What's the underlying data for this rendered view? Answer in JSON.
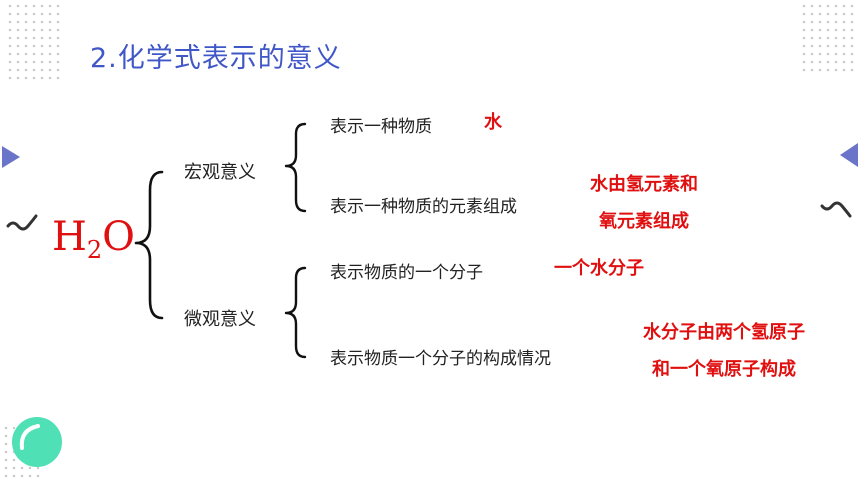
{
  "title": "2.化学式表示的意义",
  "formula": {
    "base": "H",
    "subscript": "2",
    "tail": "O"
  },
  "categories": {
    "macro": {
      "label": "宏观意义",
      "items": [
        {
          "text": "表示一种物质",
          "answer": [
            "水"
          ]
        },
        {
          "text": "表示一种物质的元素组成",
          "answer": [
            "水由氢元素和",
            "氧元素组成"
          ]
        }
      ]
    },
    "micro": {
      "label": "微观意义",
      "items": [
        {
          "text": "表示物质的一个分子",
          "answer": [
            "一个水分子"
          ]
        },
        {
          "text": "表示物质一个分子的构成情况",
          "answer": [
            "水分子由两个氢原子",
            "和一个氧原子构成"
          ]
        }
      ]
    }
  },
  "colors": {
    "title": "#3f57c7",
    "answer": "#e01010",
    "formula": "#e01010",
    "accent_circle": "#4fe0b6",
    "triangle": "#6a74c9"
  }
}
